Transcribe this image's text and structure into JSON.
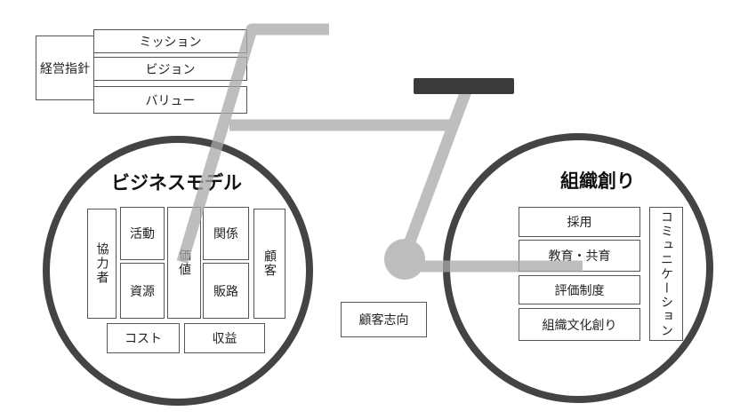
{
  "management": {
    "label": "経営指針",
    "items": [
      "ミッション",
      "ビジョン",
      "バリュー"
    ]
  },
  "business_model": {
    "title": "ビジネスモデル",
    "partners": "協力者",
    "activities": "活動",
    "resources": "資源",
    "value": "価値",
    "relationships": "関係",
    "channels": "販路",
    "customers": "顧客",
    "cost": "コスト",
    "revenue": "収益"
  },
  "center": {
    "label": "顧客志向"
  },
  "organization": {
    "title": "組織創り",
    "items": [
      "採用",
      "教育・共育",
      "評価制度",
      "組織文化創り"
    ],
    "communication": "コミュニケーション"
  },
  "colors": {
    "wheel": "#444444",
    "frame": "#a9a9a9",
    "seat": "#3a3a3a"
  }
}
